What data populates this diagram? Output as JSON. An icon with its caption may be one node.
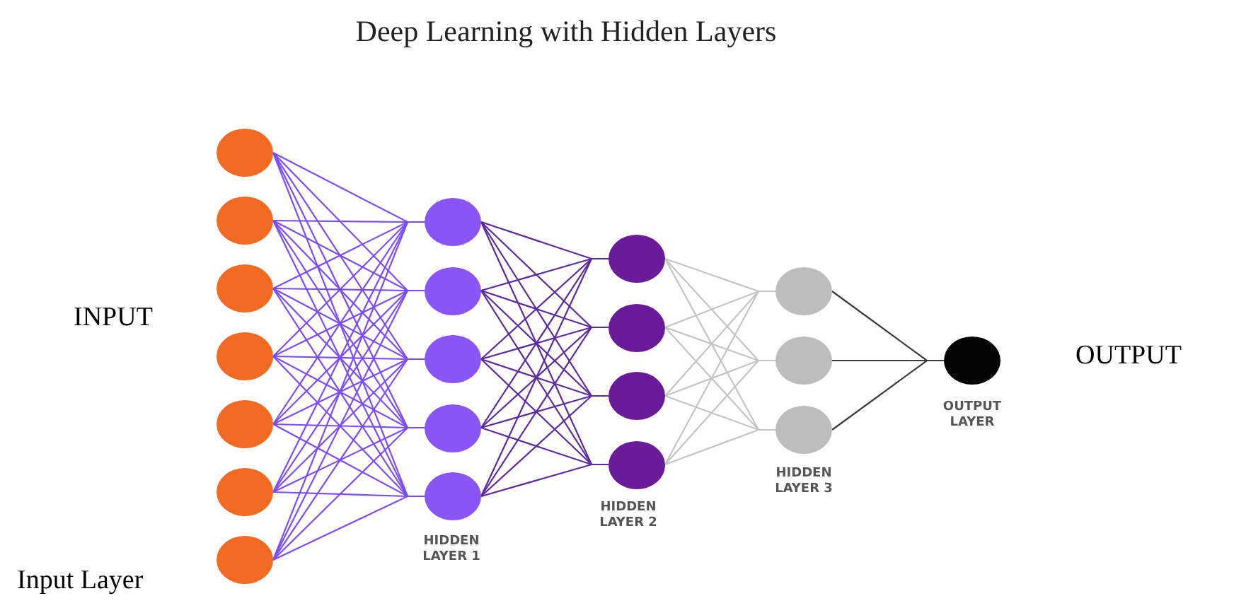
{
  "diagram": {
    "title": "Deep Learning with Hidden Layers",
    "nodes": [
      {
        "text": [],
        "shape": "circle"
      },
      {
        "text": [],
        "shape": "circle"
      },
      {
        "text": [],
        "shape": "circle"
      },
      {
        "text": [],
        "shape": "circle"
      },
      {
        "text": [],
        "shape": "circle"
      },
      {
        "text": [],
        "shape": "circle"
      },
      {
        "text": [],
        "shape": "circle"
      },
      {
        "text": [],
        "shape": "circle"
      },
      {
        "text": [],
        "shape": "circle"
      },
      {
        "text": [],
        "shape": "circle"
      },
      {
        "text": [],
        "shape": "circle"
      },
      {
        "text": [],
        "shape": "circle"
      },
      {
        "text": [],
        "shape": "circle"
      },
      {
        "text": [],
        "shape": "circle"
      },
      {
        "text": [],
        "shape": "circle"
      },
      {
        "text": [],
        "shape": "circle"
      },
      {
        "text": [],
        "shape": "circle"
      },
      {
        "text": [],
        "shape": "circle"
      },
      {
        "text": [],
        "shape": "circle"
      },
      {
        "text": [],
        "shape": "circle"
      }
    ],
    "edges": [
      {
        "from": 0,
        "to": 7,
        "arrow": "none"
      },
      {
        "from": 0,
        "to": 8,
        "arrow": "none"
      },
      {
        "from": 0,
        "to": 9,
        "arrow": "none"
      },
      {
        "from": 0,
        "to": 10,
        "arrow": "none"
      },
      {
        "from": 0,
        "to": 11,
        "arrow": "none"
      },
      {
        "from": 1,
        "to": 7,
        "arrow": "none"
      },
      {
        "from": 1,
        "to": 8,
        "arrow": "none"
      },
      {
        "from": 1,
        "to": 9,
        "arrow": "none"
      },
      {
        "from": 1,
        "to": 10,
        "arrow": "none"
      },
      {
        "from": 1,
        "to": 11,
        "arrow": "none"
      },
      {
        "from": 2,
        "to": 7,
        "arrow": "none"
      },
      {
        "from": 2,
        "to": 8,
        "arrow": "none"
      },
      {
        "from": 2,
        "to": 9,
        "arrow": "none"
      },
      {
        "from": 2,
        "to": 10,
        "arrow": "none"
      },
      {
        "from": 2,
        "to": 11,
        "arrow": "none"
      },
      {
        "from": 3,
        "to": 7,
        "arrow": "none"
      },
      {
        "from": 3,
        "to": 8,
        "arrow": "none"
      },
      {
        "from": 3,
        "to": 9,
        "arrow": "none"
      },
      {
        "from": 3,
        "to": 10,
        "arrow": "none"
      },
      {
        "from": 3,
        "to": 11,
        "arrow": "none"
      },
      {
        "from": 4,
        "to": 7,
        "arrow": "none"
      },
      {
        "from": 4,
        "to": 8,
        "arrow": "none"
      },
      {
        "from": 4,
        "to": 9,
        "arrow": "none"
      },
      {
        "from": 4,
        "to": 10,
        "arrow": "none"
      },
      {
        "from": 4,
        "to": 11,
        "arrow": "none"
      },
      {
        "from": 5,
        "to": 7,
        "arrow": "none"
      },
      {
        "from": 5,
        "to": 8,
        "arrow": "none"
      },
      {
        "from": 5,
        "to": 9,
        "arrow": "none"
      },
      {
        "from": 5,
        "to": 10,
        "arrow": "none"
      },
      {
        "from": 5,
        "to": 11,
        "arrow": "none"
      },
      {
        "from": 6,
        "to": 7,
        "arrow": "none"
      },
      {
        "from": 6,
        "to": 8,
        "arrow": "none"
      },
      {
        "from": 6,
        "to": 9,
        "arrow": "none"
      },
      {
        "from": 6,
        "to": 10,
        "arrow": "none"
      },
      {
        "from": 6,
        "to": 11,
        "arrow": "none"
      },
      {
        "from": 7,
        "to": 12,
        "arrow": "none",
        "color": "#5b2a9e"
      },
      {
        "from": 7,
        "to": 13,
        "arrow": "none",
        "color": "#5b2a9e"
      },
      {
        "from": 7,
        "to": 14,
        "arrow": "none",
        "color": "#5b2a9e"
      },
      {
        "from": 7,
        "to": 15,
        "arrow": "none",
        "color": "#5b2a9e"
      },
      {
        "from": 8,
        "to": 12,
        "arrow": "none",
        "color": "#5b2a9e"
      },
      {
        "from": 8,
        "to": 13,
        "arrow": "none",
        "color": "#5b2a9e"
      },
      {
        "from": 8,
        "to": 14,
        "arrow": "none",
        "color": "#5b2a9e"
      },
      {
        "from": 8,
        "to": 15,
        "arrow": "none",
        "color": "#5b2a9e"
      },
      {
        "from": 9,
        "to": 12,
        "arrow": "none",
        "color": "#5b2a9e"
      },
      {
        "from": 9,
        "to": 13,
        "arrow": "none",
        "color": "#5b2a9e"
      },
      {
        "from": 9,
        "to": 14,
        "arrow": "none",
        "color": "#5b2a9e"
      },
      {
        "from": 9,
        "to": 15,
        "arrow": "none",
        "color": "#5b2a9e"
      },
      {
        "from": 10,
        "to": 12,
        "arrow": "none",
        "color": "#5b2a9e"
      },
      {
        "from": 10,
        "to": 13,
        "arrow": "none",
        "color": "#5b2a9e"
      },
      {
        "from": 10,
        "to": 14,
        "arrow": "none",
        "color": "#5b2a9e"
      },
      {
        "from": 10,
        "to": 15,
        "arrow": "none",
        "color": "#5b2a9e"
      },
      {
        "from": 11,
        "to": 12,
        "arrow": "none",
        "color": "#5b2a9e"
      },
      {
        "from": 11,
        "to": 13,
        "arrow": "none",
        "color": "#5b2a9e"
      },
      {
        "from": 11,
        "to": 14,
        "arrow": "none",
        "color": "#5b2a9e"
      },
      {
        "from": 11,
        "to": 15,
        "arrow": "none",
        "color": "#5b2a9e"
      },
      {
        "from": 12,
        "to": 16,
        "arrow": "none",
        "color": "#c4c4c4"
      },
      {
        "from": 12,
        "to": 17,
        "arrow": "none",
        "color": "#c4c4c4"
      },
      {
        "from": 12,
        "to": 18,
        "arrow": "none",
        "color": "#c4c4c4"
      },
      {
        "from": 13,
        "to": 16,
        "arrow": "none",
        "color": "#c4c4c4"
      },
      {
        "from": 13,
        "to": 17,
        "arrow": "none",
        "color": "#c4c4c4"
      },
      {
        "from": 13,
        "to": 18,
        "arrow": "none",
        "color": "#c4c4c4"
      },
      {
        "from": 14,
        "to": 16,
        "arrow": "none",
        "color": "#c4c4c4"
      },
      {
        "from": 14,
        "to": 17,
        "arrow": "none",
        "color": "#c4c4c4"
      },
      {
        "from": 14,
        "to": 18,
        "arrow": "none",
        "color": "#c4c4c4"
      },
      {
        "from": 15,
        "to": 16,
        "arrow": "none",
        "color": "#c4c4c4"
      },
      {
        "from": 15,
        "to": 17,
        "arrow": "none",
        "color": "#c4c4c4"
      },
      {
        "from": 15,
        "to": 18,
        "arrow": "none",
        "color": "#c4c4c4"
      },
      {
        "from": 16,
        "to": 19,
        "arrow": "none",
        "color": "#3a3a3a"
      },
      {
        "from": 17,
        "to": 19,
        "arrow": "none",
        "color": "#3a3a3a"
      },
      {
        "from": 18,
        "to": 19,
        "arrow": "none",
        "color": "#3a3a3a"
      }
    ],
    "labels": [
      "INPUT",
      "OUTPUT",
      "OUTPUT LAYER",
      "HIDDEN LAYER 3",
      "HIDDEN LAYER 2",
      "HIDDEN LAYER 1",
      "Input Layer"
    ]
  }
}
